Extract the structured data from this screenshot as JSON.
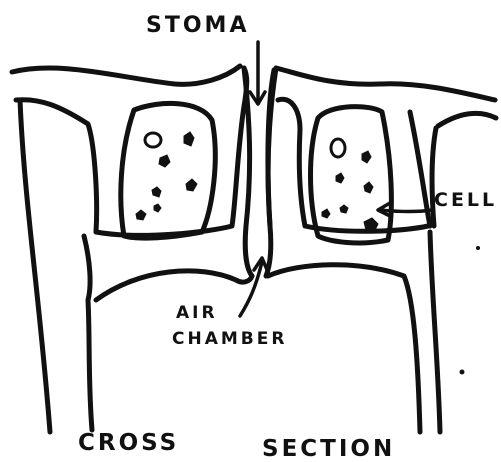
{
  "diagram": {
    "labels": {
      "top": "STOMA",
      "cell": "CELL",
      "air_1": "AIR",
      "air_2": "CHAMBER",
      "bottom_left": "CROSS",
      "bottom_right": "SECTION"
    }
  }
}
